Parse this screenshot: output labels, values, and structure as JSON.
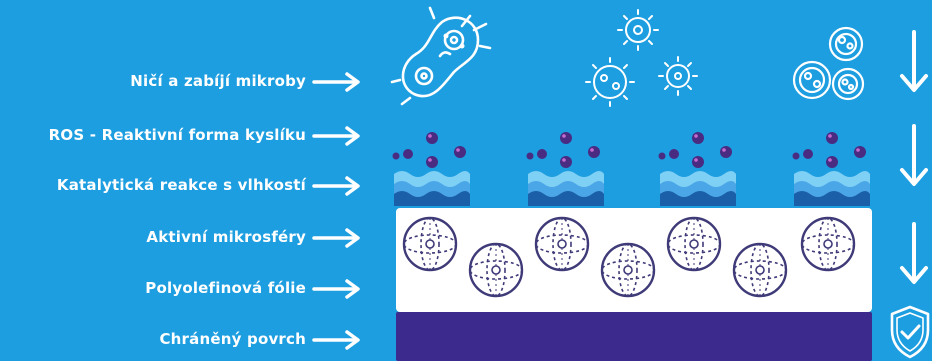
{
  "labels": [
    "Ničí a zabíjí mikroby",
    "ROS - Reaktivní forma kyslíku",
    "Katalytická reakce s vlhkostí",
    "Aktivní mikrosféry",
    "Polyolefinová fólie",
    "Chráněný povrch"
  ],
  "colors": {
    "background": "#1d9ee0",
    "protected_surface": "#3c2a8c",
    "film": "#ffffff",
    "ros_particle": "#4a2b82",
    "water_dark": "#1a5fa8",
    "water_light": "#7fd0f5",
    "sphere_stroke": "#3f3a78"
  },
  "icons": {
    "microbe": "bacterium-icon",
    "virus": "virus-icon",
    "cell": "cell-cluster-icon",
    "microsphere": "microsphere-icon",
    "down_arrow": "arrow-down-icon",
    "shield": "shield-check-icon"
  }
}
